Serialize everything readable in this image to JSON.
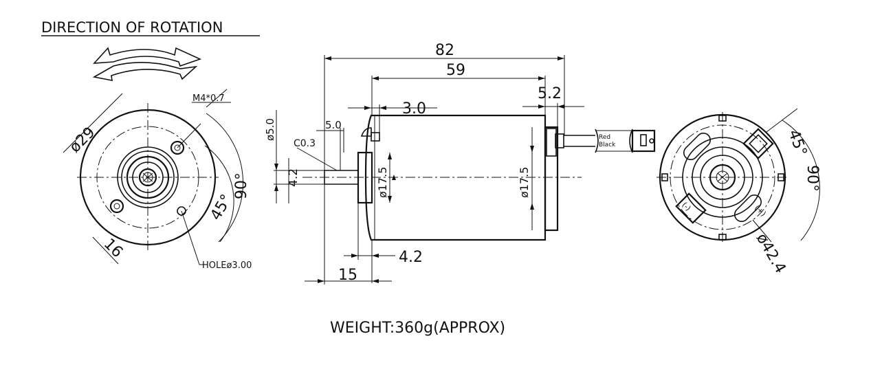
{
  "heading": "DIRECTION OF ROTATION",
  "weight_label": "WEIGHT:360g(APPROX)",
  "front_view": {
    "dia_outer": "ø29",
    "thread": "M4*0.7",
    "angle_90": "90°",
    "angle_45": "45°",
    "spacing": "16",
    "hole": "HOLEø3.00"
  },
  "side_view": {
    "overall_length": "82",
    "body_length": "59",
    "terminal_offset": "5.2",
    "boss_offset": "3.0",
    "shaft_step": "5.0",
    "shaft_dia": "ø5.0",
    "chamfer": "C0.3",
    "shaft_flat": "4.2",
    "boss_dia_front": "ø17.5",
    "boss_dia_rear": "ø17.5",
    "boss_length": "4.2",
    "shaft_length": "15",
    "wire_red": "Red",
    "wire_black": "Black"
  },
  "rear_view": {
    "angle_45": "45°",
    "angle_90": "90°",
    "diameter": "ø42.4",
    "terminal_minus": "(-)",
    "terminal_plus": "(+)"
  }
}
